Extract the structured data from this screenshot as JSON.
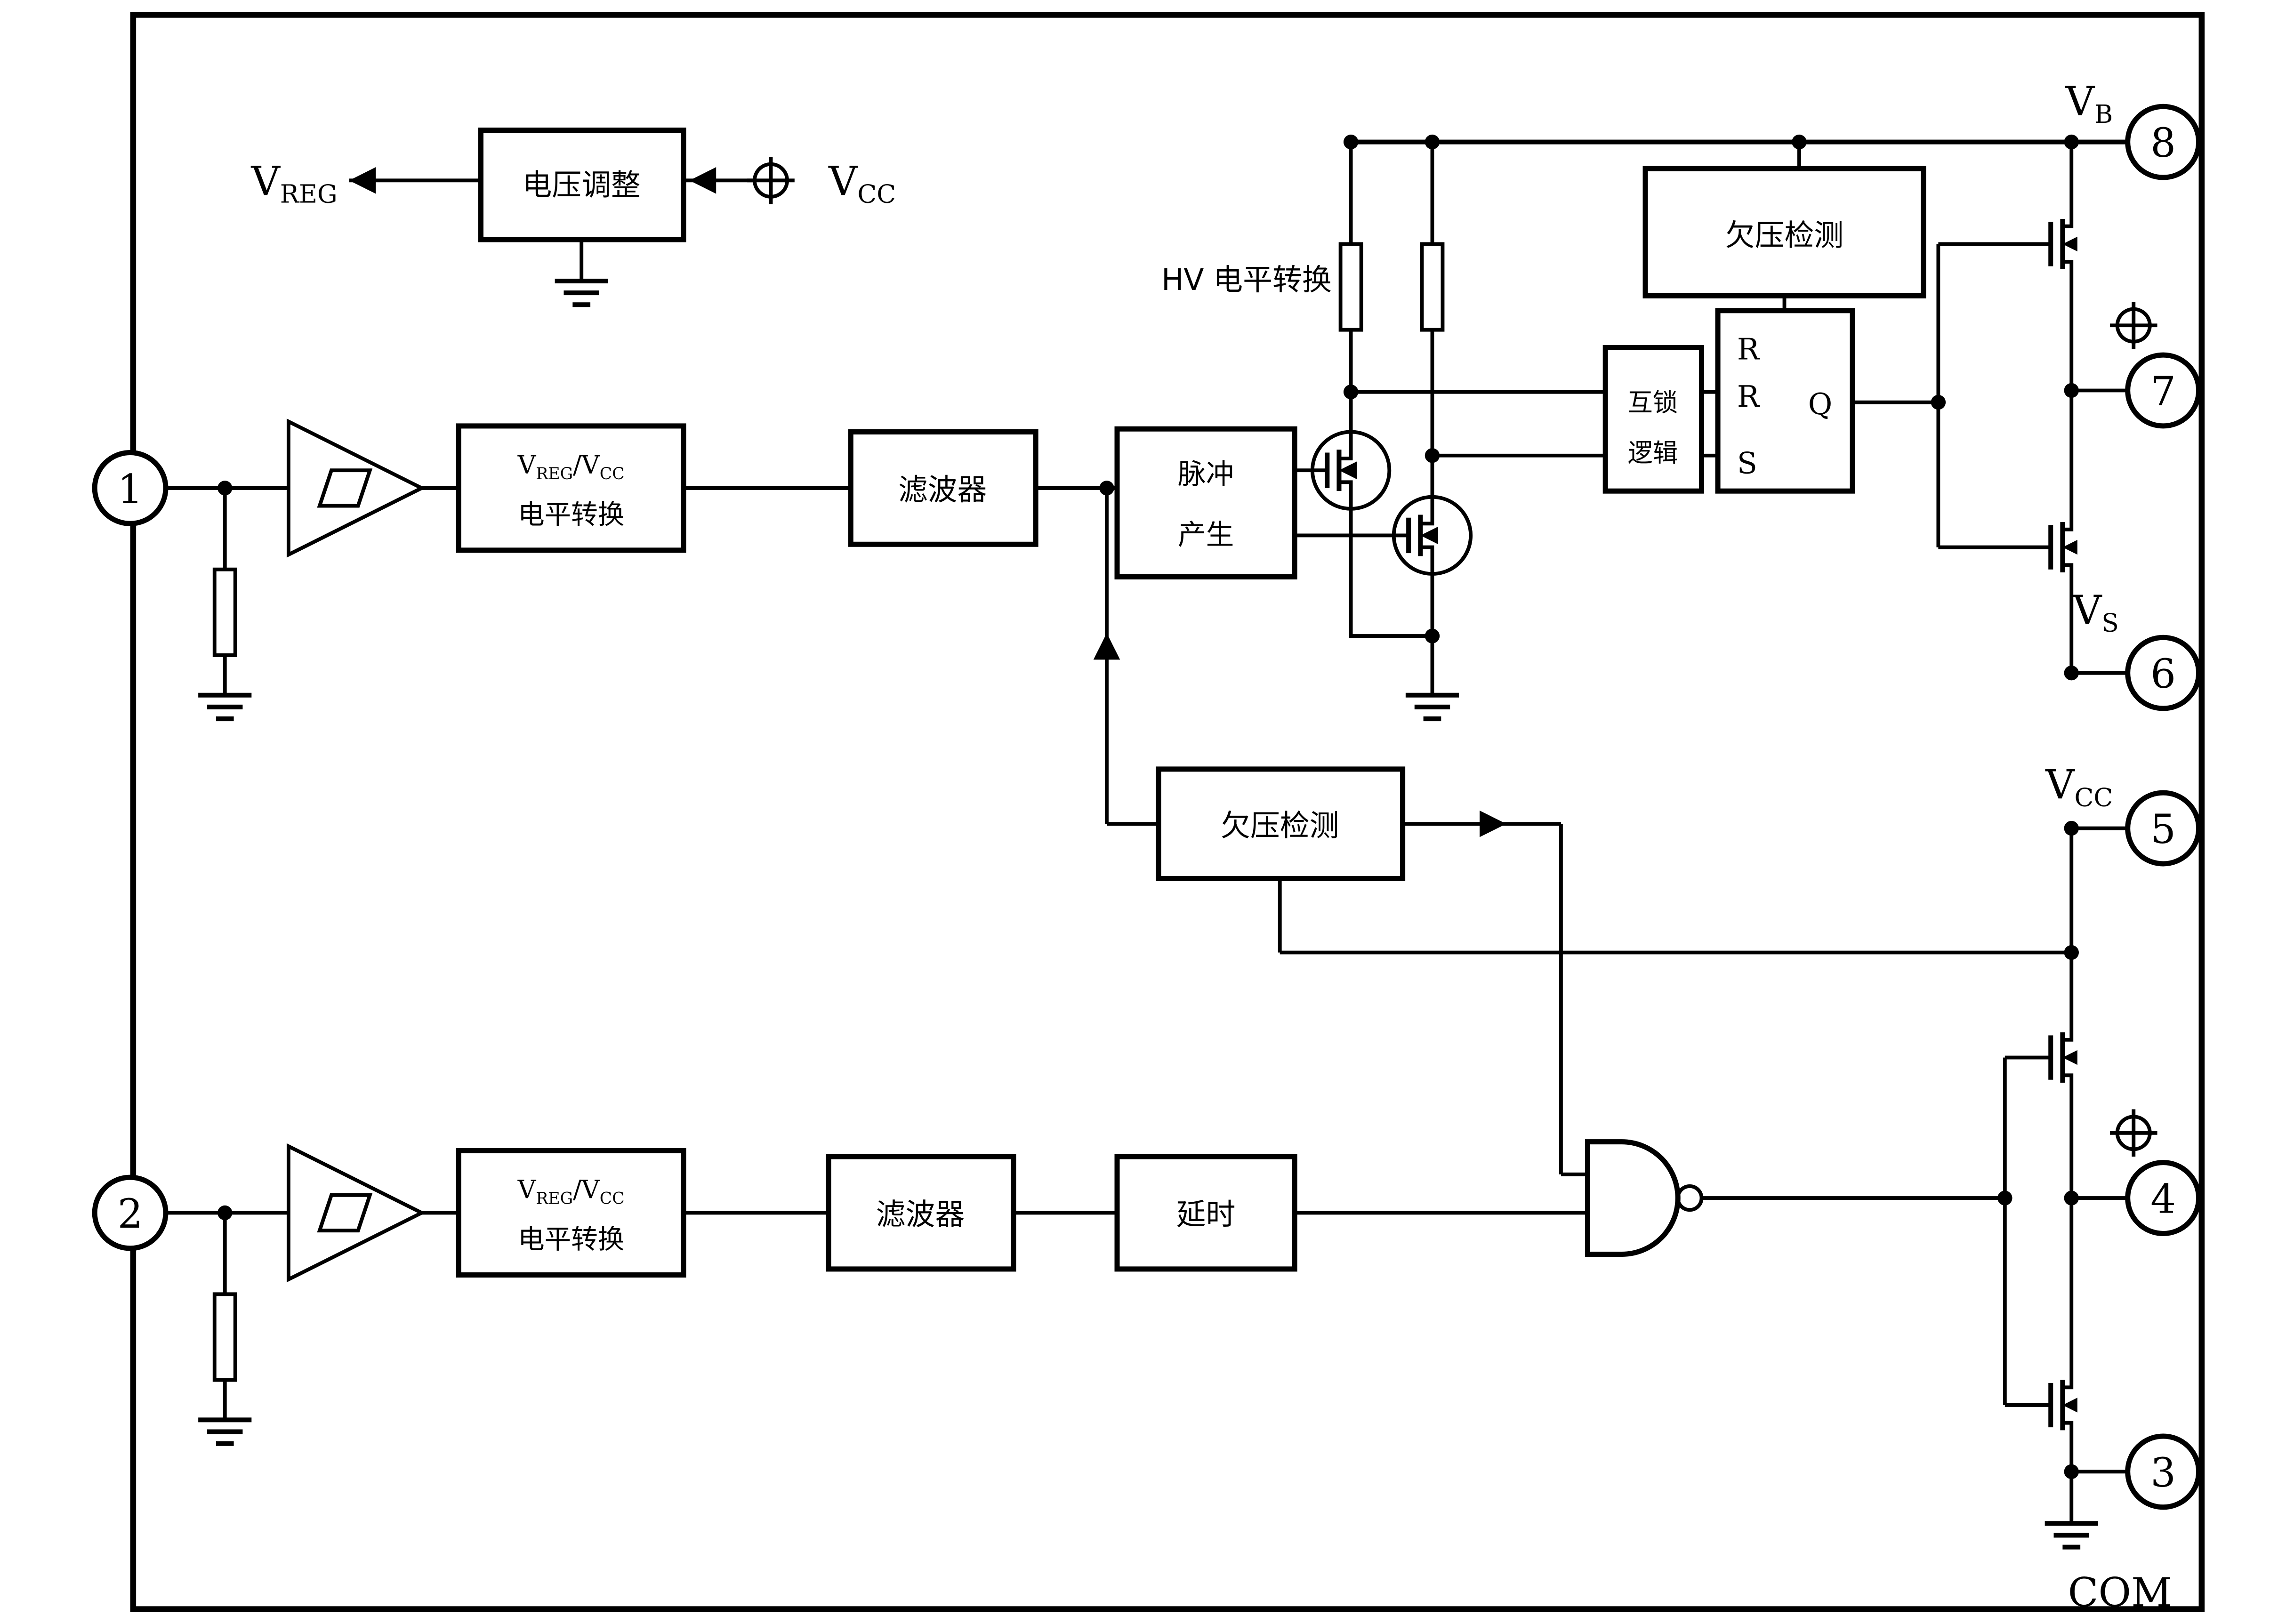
{
  "labels": {
    "vreg": {
      "base": "V",
      "sub": "REG"
    },
    "vcc_top": {
      "base": "V",
      "sub": "CC"
    },
    "hv_level_shift": "HV 电平转换",
    "vb": {
      "base": "V",
      "sub": "B"
    },
    "vs": {
      "base": "V",
      "sub": "S"
    },
    "vcc_right": {
      "base": "V",
      "sub": "CC"
    },
    "com": "COM"
  },
  "blocks": {
    "voltage_regulator": {
      "label": "电压调整"
    },
    "uv_detect_top": {
      "label": "欠压检测"
    },
    "interlock": {
      "line1": "互锁",
      "line2": "逻辑"
    },
    "latch": {
      "r_top": "R",
      "r_mid": "R",
      "s": "S",
      "q": "Q"
    },
    "level_shift_high": {
      "p1": "V",
      "s1": "REG",
      "p2": "/V",
      "s2": "CC",
      "line2": "电平转换"
    },
    "filter_high": {
      "label": "滤波器"
    },
    "pulse_gen": {
      "line1": "脉冲",
      "line2": "产生"
    },
    "uv_detect_mid": {
      "label": "欠压检测"
    },
    "level_shift_low": {
      "p1": "V",
      "s1": "REG",
      "p2": "/V",
      "s2": "CC",
      "line2": "电平转换"
    },
    "filter_low": {
      "label": "滤波器"
    },
    "delay": {
      "label": "延时"
    }
  },
  "pins": {
    "p1": "1",
    "p2": "2",
    "p3": "3",
    "p4": "4",
    "p5": "5",
    "p6": "6",
    "p7": "7",
    "p8": "8"
  }
}
